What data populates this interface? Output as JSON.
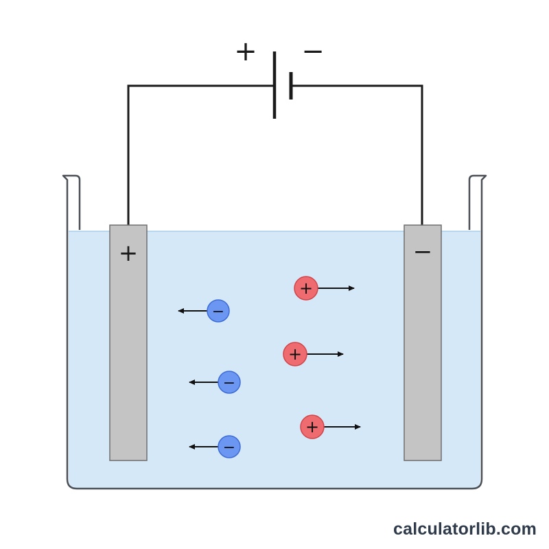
{
  "battery": {
    "positive_sign": "+",
    "negative_sign": "−"
  },
  "anode": {
    "sign": "+"
  },
  "cathode": {
    "sign": "−"
  },
  "anions": [
    {
      "sign": "−",
      "direction": "left"
    },
    {
      "sign": "−",
      "direction": "left"
    },
    {
      "sign": "−",
      "direction": "left"
    }
  ],
  "cations": [
    {
      "sign": "+",
      "direction": "right"
    },
    {
      "sign": "+",
      "direction": "right"
    },
    {
      "sign": "+",
      "direction": "right"
    }
  ],
  "colors": {
    "anion": "#6b96f2",
    "cation": "#ee6b6f",
    "electrolyte": "#d5e8f8",
    "electrode": "#c4c4c4",
    "wire": "#1a1a1a"
  },
  "watermark": "calculatorlib.com"
}
